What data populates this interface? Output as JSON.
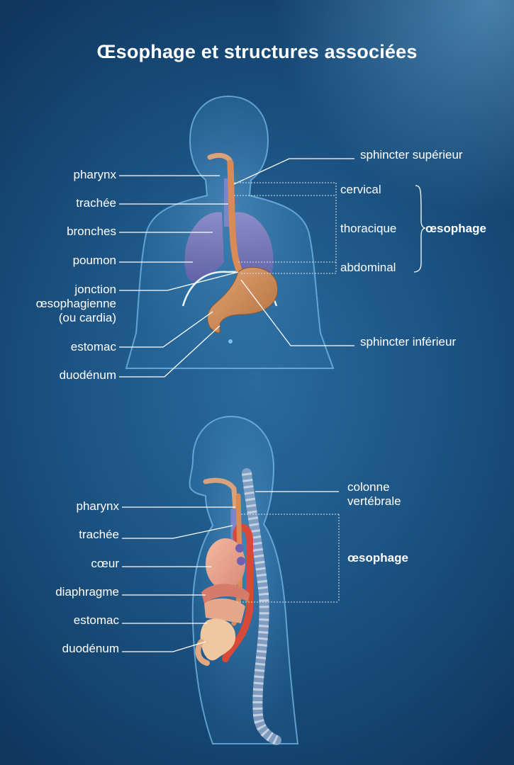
{
  "title": "Œsophage et structures associées",
  "front_view": {
    "left_labels": [
      "pharynx",
      "trachée",
      "bronches",
      "poumon",
      "estomac",
      "duodénum"
    ],
    "junction_label": [
      "jonction",
      "œsophagienne",
      "(ou cardia)"
    ],
    "right_labels": {
      "upper_sphincter": "sphincter supérieur",
      "lower_sphincter": "sphincter inférieur",
      "segments": [
        "cervical",
        "thoracique",
        "abdominal"
      ],
      "group": "œsophage"
    }
  },
  "side_view": {
    "left_labels": [
      "pharynx",
      "trachée",
      "cœur",
      "diaphragme",
      "estomac",
      "duodénum"
    ],
    "spine_label": [
      "colonne",
      "vertébrale"
    ],
    "group": "œsophage"
  },
  "colors": {
    "background": "#1d5585",
    "label": "#ffffff",
    "esophagus": "#d98a55",
    "stomach": "#c98a5a",
    "lungs": "#8a7ab8",
    "trachea": "#7a86c8",
    "aorta": "#d84a38",
    "spine": "#8fa7c8"
  }
}
